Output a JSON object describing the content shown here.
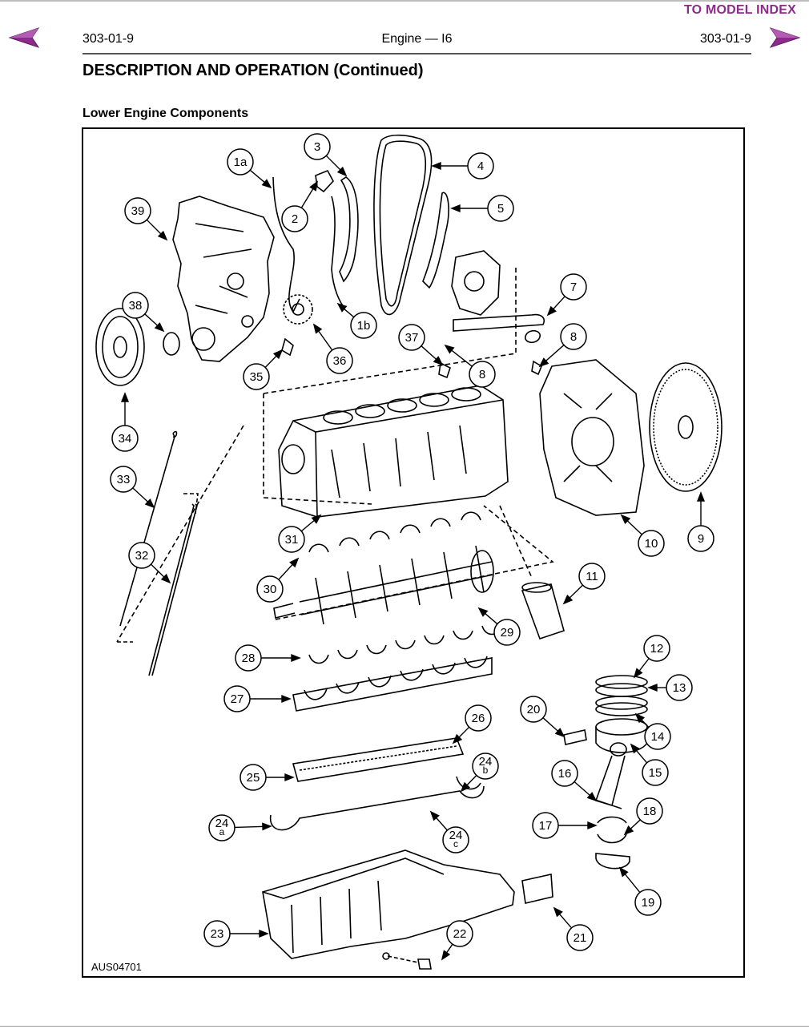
{
  "nav": {
    "model_index_label": "TO MODEL INDEX",
    "prev_icon": "left-triangle-arrow-icon",
    "next_icon": "right-triangle-arrow-icon",
    "arrow_color": "#8e2a8e"
  },
  "header": {
    "page_left": "303-01-9",
    "title": "Engine — I6",
    "page_right": "303-01-9"
  },
  "section_title": "DESCRIPTION AND OPERATION (Continued)",
  "subheading": "Lower Engine Components",
  "figure": {
    "id": "AUS04701",
    "callouts": [
      {
        "key": "1a",
        "label": "1a"
      },
      {
        "key": "1b",
        "label": "1b"
      },
      {
        "key": "2",
        "label": "2"
      },
      {
        "key": "3",
        "label": "3"
      },
      {
        "key": "4",
        "label": "4"
      },
      {
        "key": "5",
        "label": "5"
      },
      {
        "key": "7",
        "label": "7"
      },
      {
        "key": "8a",
        "label": "8"
      },
      {
        "key": "8b",
        "label": "8"
      },
      {
        "key": "9",
        "label": "9"
      },
      {
        "key": "10",
        "label": "10"
      },
      {
        "key": "11",
        "label": "11"
      },
      {
        "key": "12",
        "label": "12"
      },
      {
        "key": "13",
        "label": "13"
      },
      {
        "key": "14",
        "label": "14"
      },
      {
        "key": "15",
        "label": "15"
      },
      {
        "key": "16",
        "label": "16"
      },
      {
        "key": "17",
        "label": "17"
      },
      {
        "key": "18",
        "label": "18"
      },
      {
        "key": "19",
        "label": "19"
      },
      {
        "key": "20",
        "label": "20"
      },
      {
        "key": "21",
        "label": "21"
      },
      {
        "key": "22",
        "label": "22"
      },
      {
        "key": "23",
        "label": "23"
      },
      {
        "key": "24a",
        "label": "24a"
      },
      {
        "key": "24b",
        "label": "24b"
      },
      {
        "key": "24c",
        "label": "24c"
      },
      {
        "key": "25",
        "label": "25"
      },
      {
        "key": "26",
        "label": "26"
      },
      {
        "key": "27",
        "label": "27"
      },
      {
        "key": "28",
        "label": "28"
      },
      {
        "key": "29",
        "label": "29"
      },
      {
        "key": "30",
        "label": "30"
      },
      {
        "key": "31",
        "label": "31"
      },
      {
        "key": "32",
        "label": "32"
      },
      {
        "key": "33",
        "label": "33"
      },
      {
        "key": "34",
        "label": "34"
      },
      {
        "key": "35",
        "label": "35"
      },
      {
        "key": "36",
        "label": "36"
      },
      {
        "key": "37",
        "label": "37"
      },
      {
        "key": "38",
        "label": "38"
      },
      {
        "key": "39",
        "label": "39"
      }
    ]
  }
}
